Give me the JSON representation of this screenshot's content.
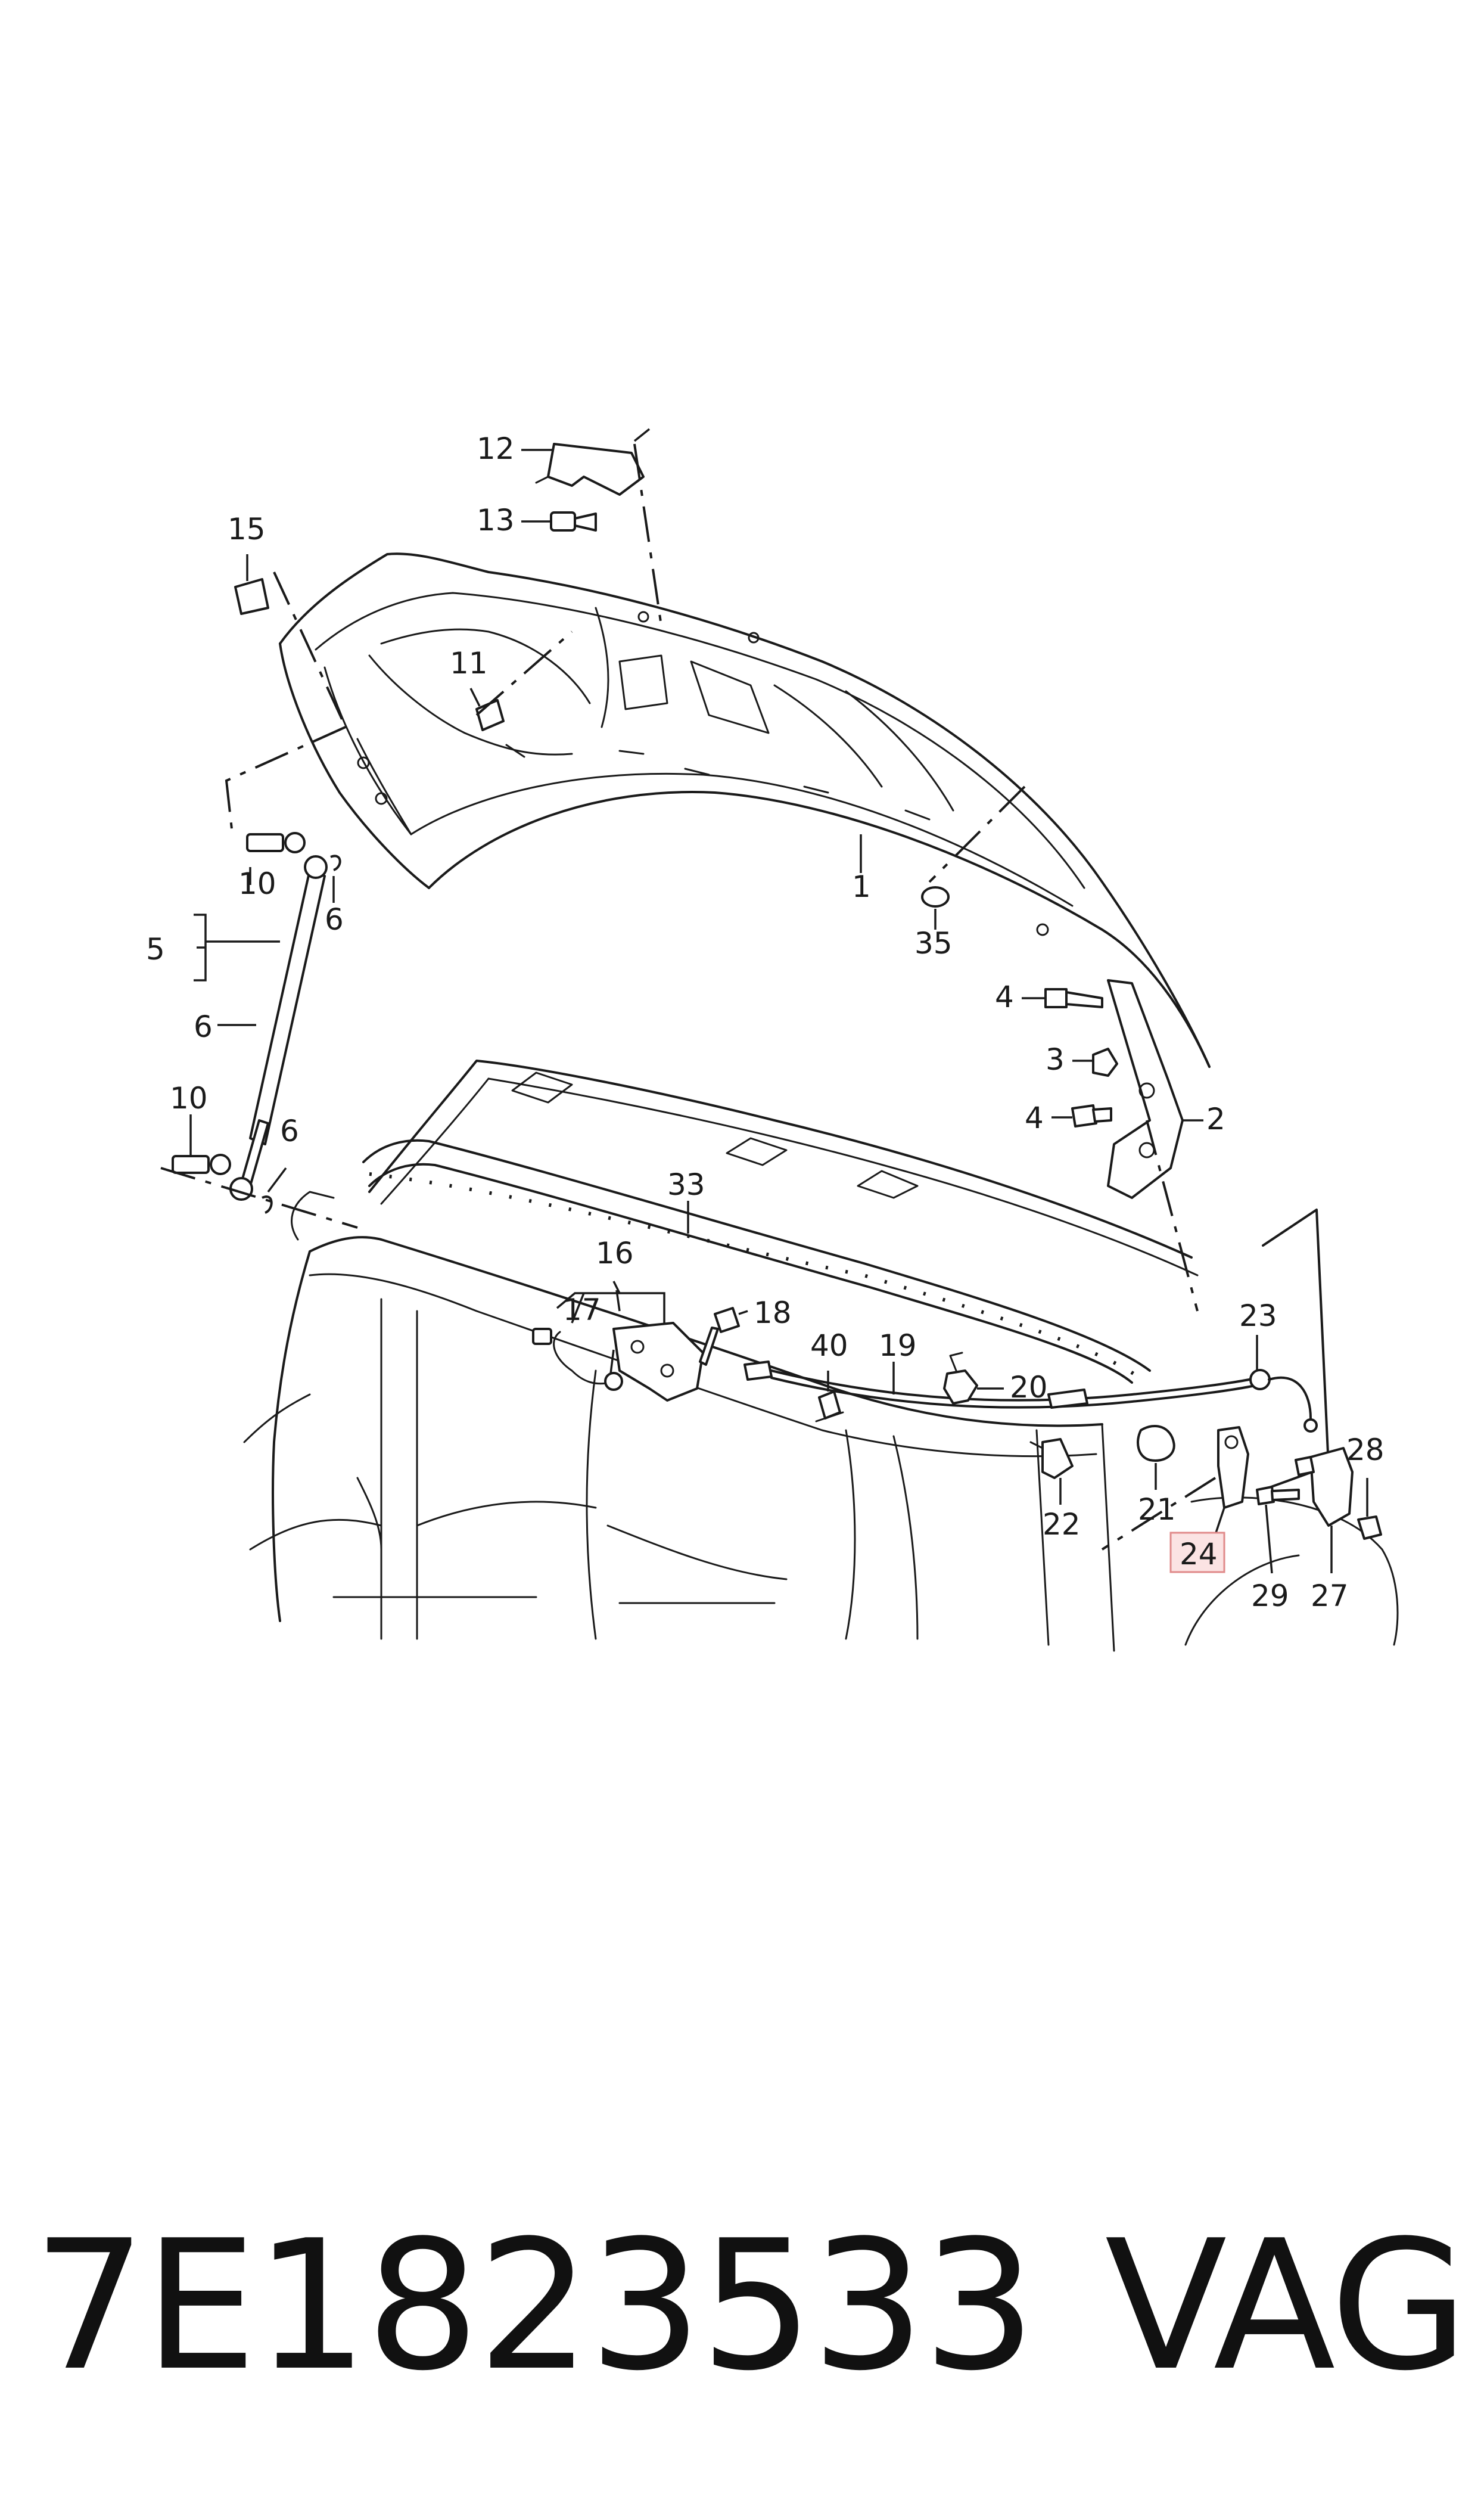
{
  "diagram": {
    "callouts": {
      "c1": "1",
      "c2": "2",
      "c3": "3",
      "c4a": "4",
      "c4b": "4",
      "c5": "5",
      "c6a": "6",
      "c6b": "6",
      "c6c": "6",
      "c10a": "10",
      "c10b": "10",
      "c11": "11",
      "c12": "12",
      "c13": "13",
      "c15": "15",
      "c16": "16",
      "c17": "17",
      "c18": "18",
      "c19": "19",
      "c20": "20",
      "c21": "21",
      "c22": "22",
      "c23": "23",
      "c24": "24",
      "c27": "27",
      "c28": "28",
      "c29": "29",
      "c33": "33",
      "c35": "35",
      "c40": "40"
    },
    "highlighted_callout": "24"
  },
  "footer": {
    "part_number": "7E1823533",
    "brand": "VAG"
  }
}
